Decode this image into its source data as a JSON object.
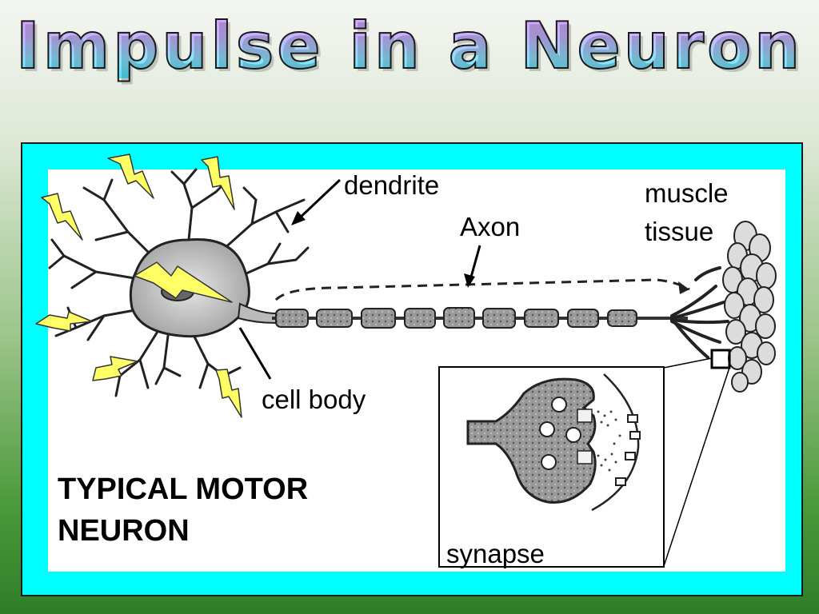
{
  "title": "Impulse in a Neuron",
  "labels": {
    "dendrite": "dendrite",
    "axon": "Axon",
    "muscle_line1": "muscle",
    "muscle_line2": "tissue",
    "cell_body": "cell body",
    "synapse": "synapse",
    "caption_line1": "TYPICAL MOTOR",
    "caption_line2": "NEURON"
  },
  "colors": {
    "frame": "#00ffff",
    "lightning": "#ffff66",
    "cell_body": "#c8c8c8",
    "myelin": "#8a8a8a"
  }
}
